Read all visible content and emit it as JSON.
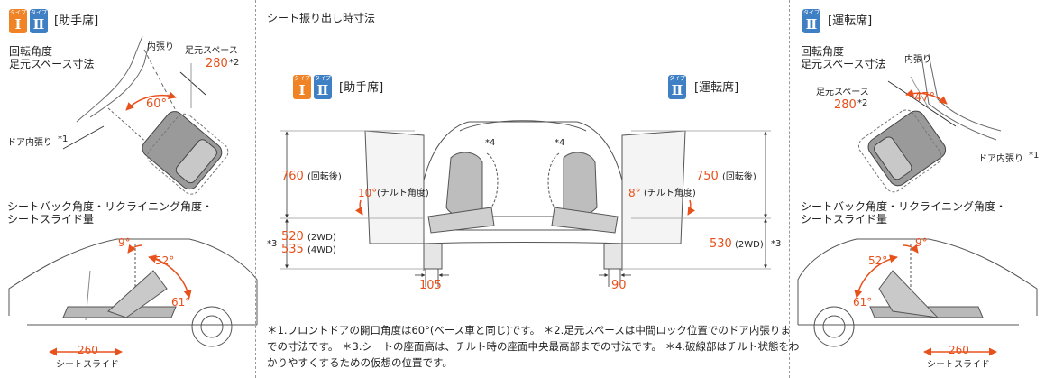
{
  "left_panel": {
    "badges": [
      {
        "type_label": "タイプ",
        "numeral": "Ⅰ",
        "color": "#ef8326"
      },
      {
        "type_label": "タイプ",
        "numeral": "Ⅱ",
        "color": "#3f7fc3"
      }
    ],
    "seat_label": "[助手席]",
    "rotation_title_1": "回転角度",
    "rotation_title_2": "足元スペース寸法",
    "inner_stretch": "内張り",
    "foot_space": "足元スペース",
    "foot_space_value": "280",
    "foot_space_mark": "*2",
    "angle": "60°",
    "door_inner": "ドア内張り",
    "door_inner_mark": "*1",
    "section2_title_1": "シートバック角度・リクライニング角度・",
    "section2_title_2": "シートスライド量",
    "angle_top": "9°",
    "angle_mid": "52°",
    "angle_bottom": "61°",
    "slide_value": "260",
    "slide_label": "シートスライド"
  },
  "center_panel": {
    "title": "シート振り出し時寸法",
    "left_badges": [
      {
        "type_label": "タイプ",
        "numeral": "Ⅰ",
        "color": "#ef8326"
      },
      {
        "type_label": "タイプ",
        "numeral": "Ⅱ",
        "color": "#3f7fc3"
      }
    ],
    "left_seat_label": "[助手席]",
    "right_badges": [
      {
        "type_label": "タイプ",
        "numeral": "Ⅱ",
        "color": "#3f7fc3"
      }
    ],
    "right_seat_label": "[運転席]",
    "left_height": "760",
    "left_height_note": "(回転後)",
    "right_height": "750",
    "right_height_note": "(回転後)",
    "left_tilt": "10°",
    "left_tilt_note": "(チルト角度)",
    "right_tilt": "8°",
    "right_tilt_note": "(チルト角度)",
    "star4_left": "*4",
    "star4_right": "*4",
    "left_seat_height_1": "520",
    "left_seat_height_1_note": "(2WD)",
    "left_seat_height_2": "535",
    "left_seat_height_2_note": "(4WD)",
    "right_seat_height": "530",
    "right_seat_height_note": "(2WD)",
    "star3_left": "*3",
    "star3_right": "*3",
    "left_width": "105",
    "right_width": "90"
  },
  "right_panel": {
    "badges": [
      {
        "type_label": "タイプ",
        "numeral": "Ⅱ",
        "color": "#3f7fc3"
      }
    ],
    "seat_label": "[運転席]",
    "rotation_title_1": "回転角度",
    "rotation_title_2": "足元スペース寸法",
    "inner_stretch": "内張り",
    "foot_space": "足元スペース",
    "foot_space_value": "280",
    "foot_space_mark": "*2",
    "angle": "47°",
    "door_inner": "ドア内張り",
    "door_inner_mark": "*1",
    "section2_title_1": "シートバック角度・リクライニング角度・",
    "section2_title_2": "シートスライド量",
    "angle_top": "9°",
    "angle_mid": "52°",
    "angle_bottom": "61°",
    "slide_value": "260",
    "slide_label": "シートスライド"
  },
  "footnote": {
    "line1": "＊1.フロントドアの開口角度は60°(ベース車と同じ)です。 ＊2.足元スペースは中間ロック位置でのドア内張りま",
    "line2": "での寸法です。 ＊3.シートの座面高は、チルト時の座面中央最高部までの寸法です。 ＊4.破線部はチルト状態をわ",
    "line3": "かりやすくするための仮想の位置です。"
  },
  "colors": {
    "accent": "#e8501c",
    "line": "#555555",
    "seat_fill": "#b9b9b9"
  }
}
